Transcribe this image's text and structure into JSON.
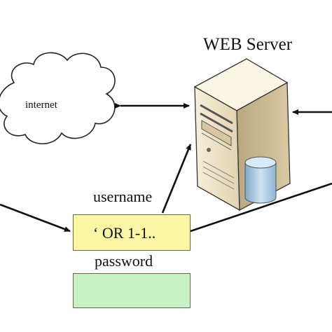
{
  "diagram": {
    "server_title": "WEB Server",
    "cloud_label": "internet",
    "username_label": "username",
    "username_value": "‘ OR 1-1..",
    "password_label": "password",
    "password_value": ""
  },
  "colors": {
    "username_field": "#fbf6a6",
    "password_field": "#c9f1c6",
    "server_body": "#efe5cc",
    "database": "#a9cde8",
    "arrows": "#111111"
  },
  "icons": [
    "cloud-icon",
    "server-icon",
    "database-icon"
  ]
}
